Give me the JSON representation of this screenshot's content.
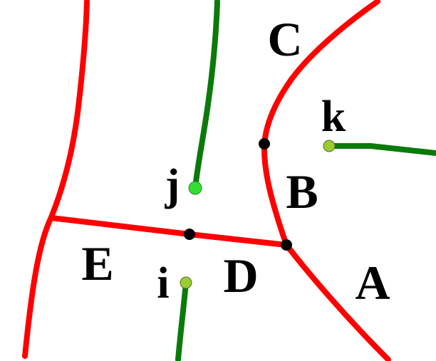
{
  "colors": {
    "background": "#ffffff",
    "red_path": "#ff0000",
    "green_path": "#0a7a0a",
    "node_black": "#000000",
    "node_green_bright": "#33dd33",
    "node_green_olive": "#9acd32",
    "label": "#000000"
  },
  "labels": {
    "A": "A",
    "B": "B",
    "C": "C",
    "D": "D",
    "E": "E",
    "i": "i",
    "j": "j",
    "k": "k"
  }
}
